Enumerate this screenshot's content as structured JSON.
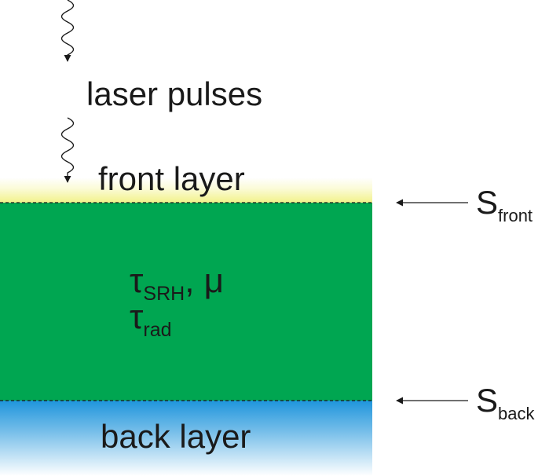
{
  "labels": {
    "laser_pulses": "laser pulses",
    "front_layer": "front layer",
    "back_layer": "back layer"
  },
  "bulk": {
    "tau_symbol": "τ",
    "srh_subscript": "SRH",
    "separator": ", ",
    "mu_symbol": "μ",
    "rad_subscript": "rad"
  },
  "surfaces": {
    "front": {
      "symbol": "S",
      "subscript": "front"
    },
    "back": {
      "symbol": "S",
      "subscript": "back"
    }
  },
  "colors": {
    "bulk": "#00a651",
    "front_layer": "#f2f28a",
    "back_layer": "#2f9fe0",
    "line": "#1a1a1a"
  }
}
